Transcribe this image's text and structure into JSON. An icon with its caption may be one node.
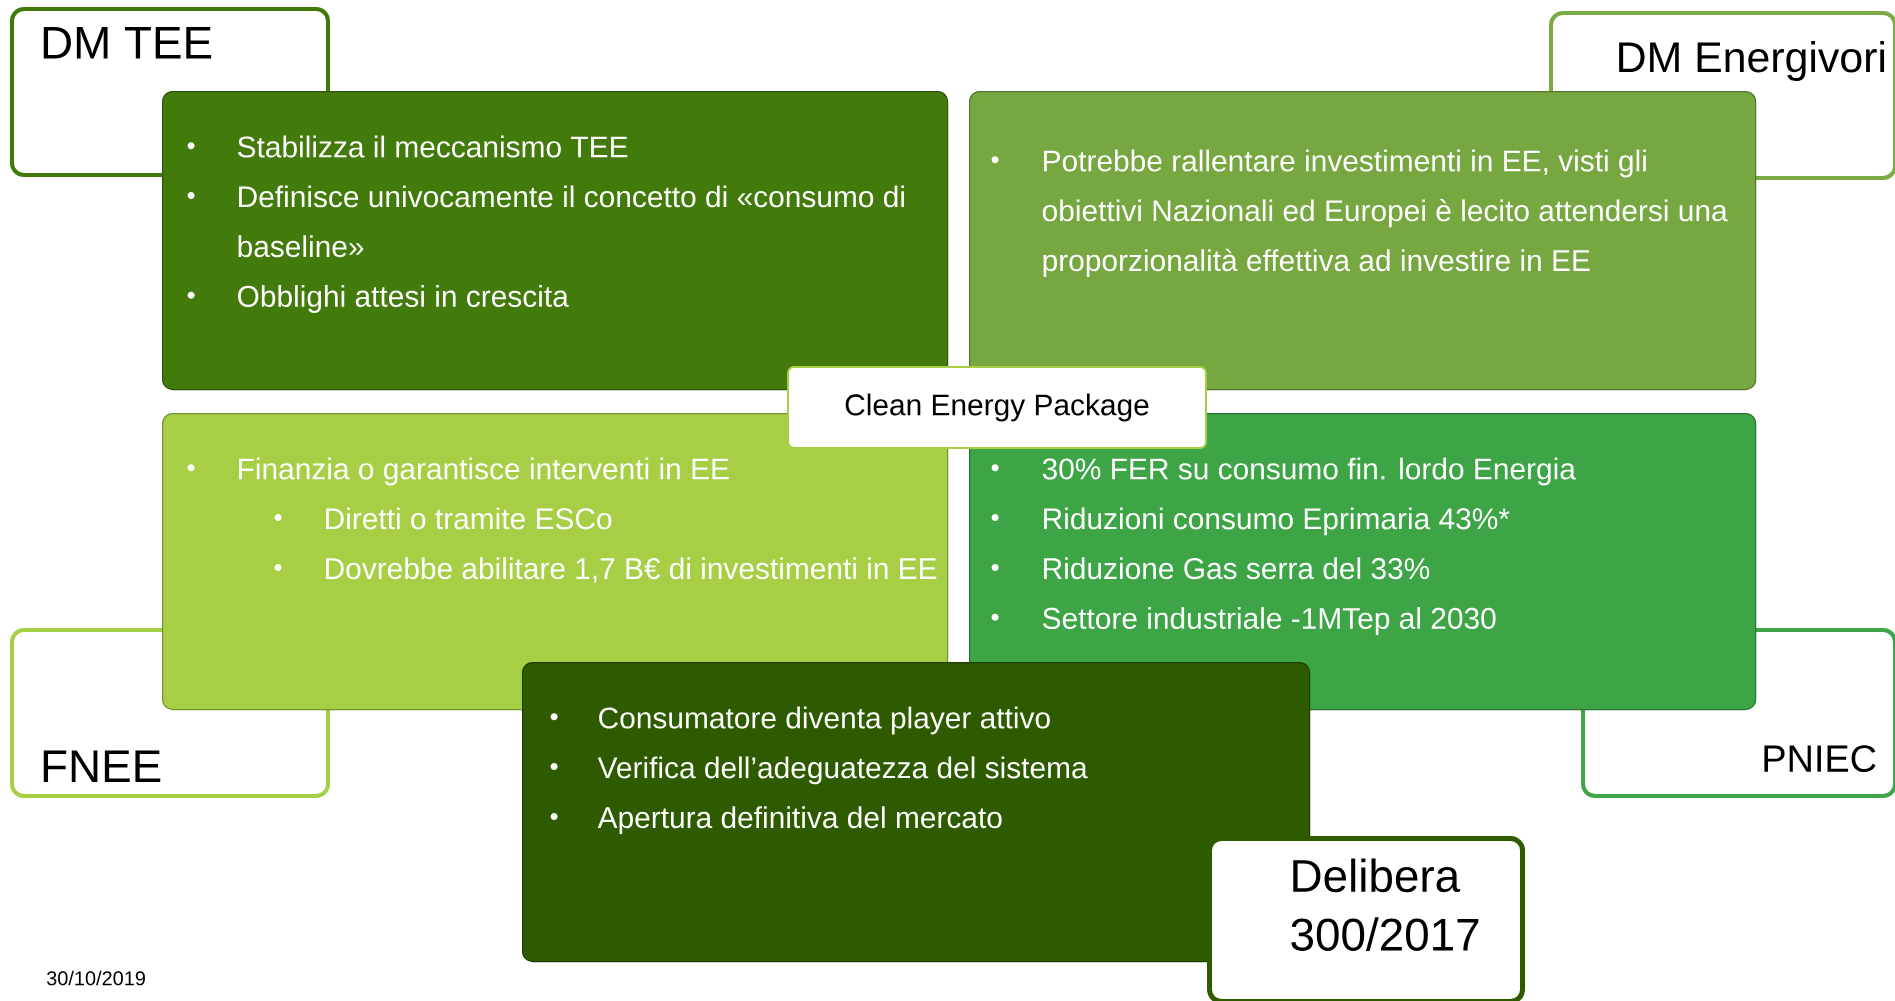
{
  "diagram": {
    "nodes": [
      {
        "text": [
          "DM TEE"
        ]
      },
      {
        "text": [
          "Stabilizza il meccanismo TEE",
          "Definisce univocamente il concetto di «consumo di baseline»",
          "Obblighi attesi in crescita"
        ]
      },
      {
        "text": [
          "DM Energivori"
        ]
      },
      {
        "text": [
          "Potrebbe rallentare investimenti in EE, visti gli obiettivi Nazionali ed Europei è lecito attendersi una proporzionalità effettiva ad investire in EE"
        ]
      },
      {
        "text": [
          "Clean Energy Package"
        ]
      },
      {
        "text": [
          "FNEE"
        ]
      },
      {
        "text": [
          "Finanzia o garantisce interventi in EE",
          "Diretti o tramite ESCo",
          "Dovrebbe abilitare 1,7 B€ di investimenti in EE"
        ]
      },
      {
        "text": [
          "PNIEC"
        ]
      },
      {
        "text": [
          "30% FER su consumo fin. lordo Energia",
          "Riduzioni consumo Eprimaria 43%*",
          "Riduzione Gas serra del 33%",
          "Settore industriale -1MTep al 2030"
        ]
      },
      {
        "text": [
          "Consumatore diventa player attivo",
          "Verifica dell’adeguatezza del sistema",
          "Apertura definitiva del mercato"
        ]
      },
      {
        "text": [
          "Delibera 300/2017"
        ]
      }
    ],
    "labels": [
      "30/10/2019"
    ]
  }
}
